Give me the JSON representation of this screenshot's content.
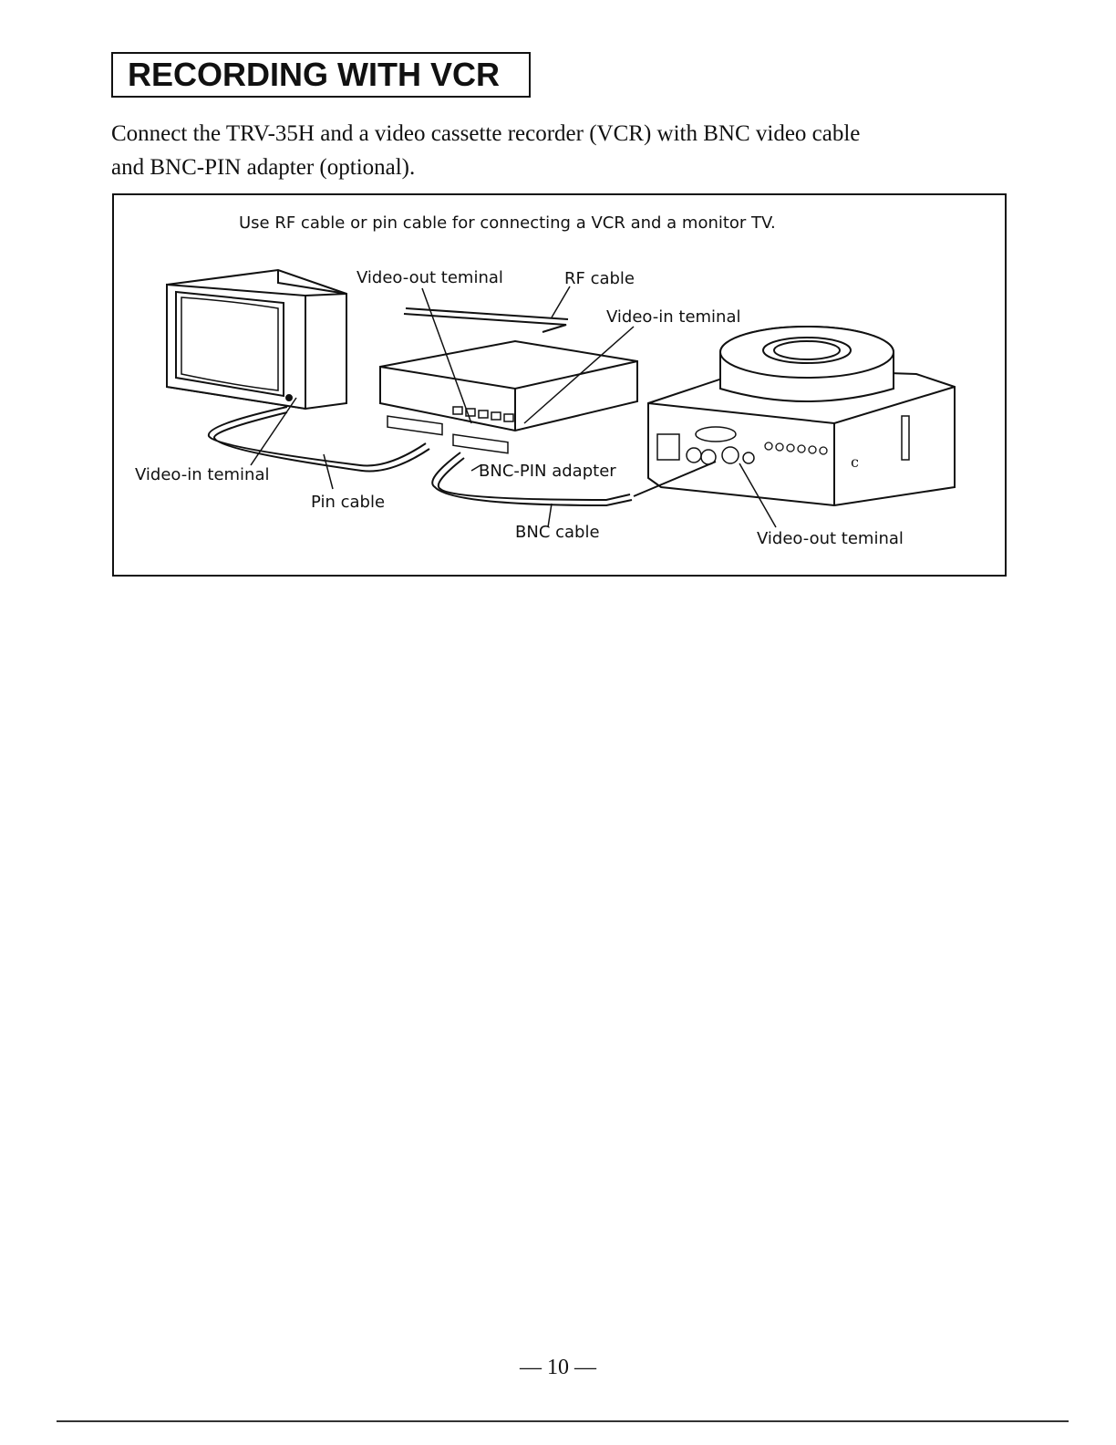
{
  "header": {
    "title": "RECORDING WITH VCR"
  },
  "intro": {
    "line1": "Connect the TRV-35H and a video cassette recorder (VCR) with BNC video cable",
    "line2": "and BNC-PIN adapter (optional)."
  },
  "figure": {
    "caption": "Use RF cable or pin cable for connecting a VCR and a monitor TV.",
    "labels": {
      "vcr_video_out": "Video-out teminal",
      "rf_cable": "RF cable",
      "vcr_video_in": "Video-in teminal",
      "tv_video_in": "Video-in teminal",
      "pin_cable": "Pin cable",
      "bnc_pin_adapter": "BNC-PIN adapter",
      "bnc_cable": "BNC cable",
      "trv_video_out": "Video-out teminal"
    }
  },
  "footer": {
    "page_number": "— 10 —"
  }
}
